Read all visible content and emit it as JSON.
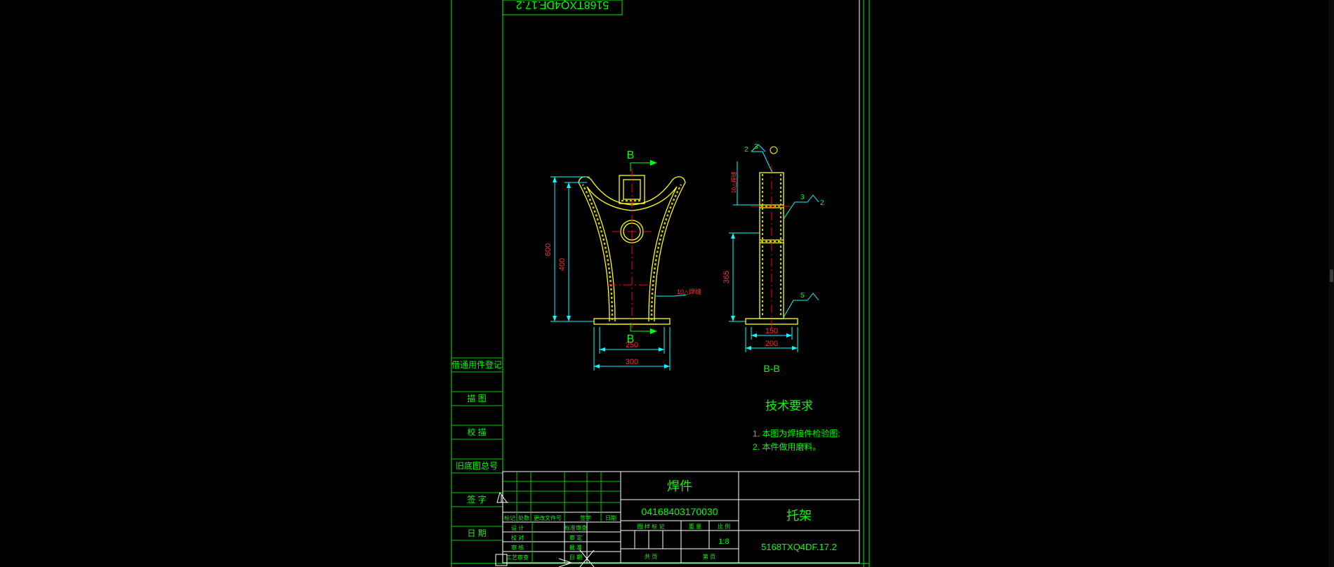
{
  "colors": {
    "background": "#000000",
    "frame": "#00c800",
    "title_block": "#ffffff",
    "text_green": "#00ff00",
    "outline": "#ffff00",
    "dimension": "#00ffff",
    "centerline": "#ff0000",
    "hatch": "#c8c800"
  },
  "top_stamp": "5168TXQ4DF.17.2",
  "side_column": {
    "c1": "借通用件登记",
    "c2": "描 图",
    "c3": "校 描",
    "c4": "旧底图总号",
    "c5": "签 字",
    "c6": "日 期"
  },
  "views": {
    "section_marker_top": "B",
    "section_marker_bottom": "B",
    "section_title": "B-B",
    "front_dims": {
      "overall_height": "600",
      "inner_height": "400",
      "base_inner": "250",
      "base_outer": "300",
      "weld_note": "10△焊缝"
    },
    "side_dims": {
      "height": "365",
      "base_inner": "150",
      "base_outer": "200",
      "weld_top_a": "3",
      "weld_top_b": "2",
      "weld_mid_a": "3",
      "weld_mid_b": "2",
      "weld_low": "5",
      "weld_note": "10△焊缝"
    }
  },
  "tech_requirements": {
    "heading": "技术要求",
    "item1": "1. 本图为焊接件检验图;",
    "item2": "2. 本件做用磨料。"
  },
  "title_block": {
    "part_type": "焊件",
    "part_number": "04168403170030",
    "part_name": "托架",
    "drawing_code": "5168TXQ4DF.17.2",
    "scale_value": "1:8",
    "col_mark": "标记",
    "col_count": "处数",
    "col_change_doc": "更改文件号",
    "col_sign": "签字",
    "col_date": "日期",
    "row_design": "设 计",
    "row_check": "校 对",
    "row_review": "审 核",
    "row_process": "工艺审查",
    "std_review": "标准审查",
    "approve_1": "审 定",
    "approve_2": "批 准",
    "date_label": "日 期",
    "stage_label": "图 样 标 记",
    "weight_label": "重 量",
    "scale_label": "比 例",
    "total_label": "共  页",
    "page_label": "第  页"
  }
}
